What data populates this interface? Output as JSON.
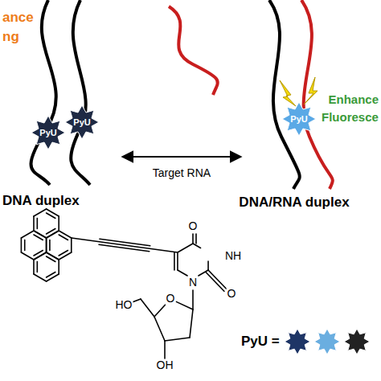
{
  "diagram": {
    "nodes": [
      {
        "text": [
          "PyU"
        ]
      },
      {
        "text": [
          "PyU"
        ]
      },
      {
        "text": [
          "PyU"
        ]
      }
    ],
    "labels": [
      "ance",
      "ng",
      "Target RNA",
      "DNA duplex",
      "Enhance",
      "Fluoresce",
      "DNA/RNA duplex",
      "O",
      "NH",
      "O",
      "N",
      "O",
      "HO",
      "OH",
      "PyU ="
    ]
  }
}
